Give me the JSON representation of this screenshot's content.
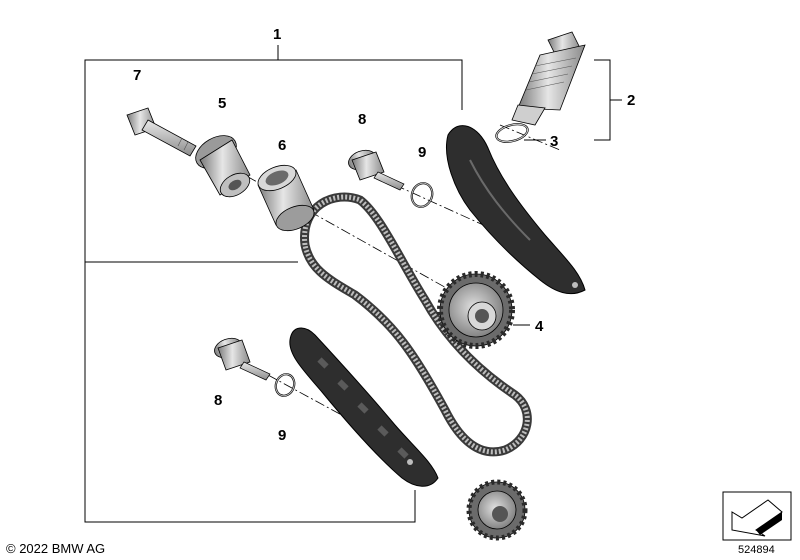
{
  "callouts": {
    "c1": "1",
    "c2": "2",
    "c3": "3",
    "c4": "4",
    "c5": "5",
    "c6": "6",
    "c7": "7",
    "c8a": "8",
    "c9a": "9",
    "c8b": "8",
    "c9b": "9"
  },
  "footer": {
    "copyright": "© 2022 BMW AG",
    "reference_number": "524894"
  },
  "colors": {
    "line": "#000000",
    "metal_light": "#dcdcdc",
    "metal_mid": "#a8a8a8",
    "metal_dark": "#6e6e6e",
    "guide": "#2a2a2a"
  }
}
